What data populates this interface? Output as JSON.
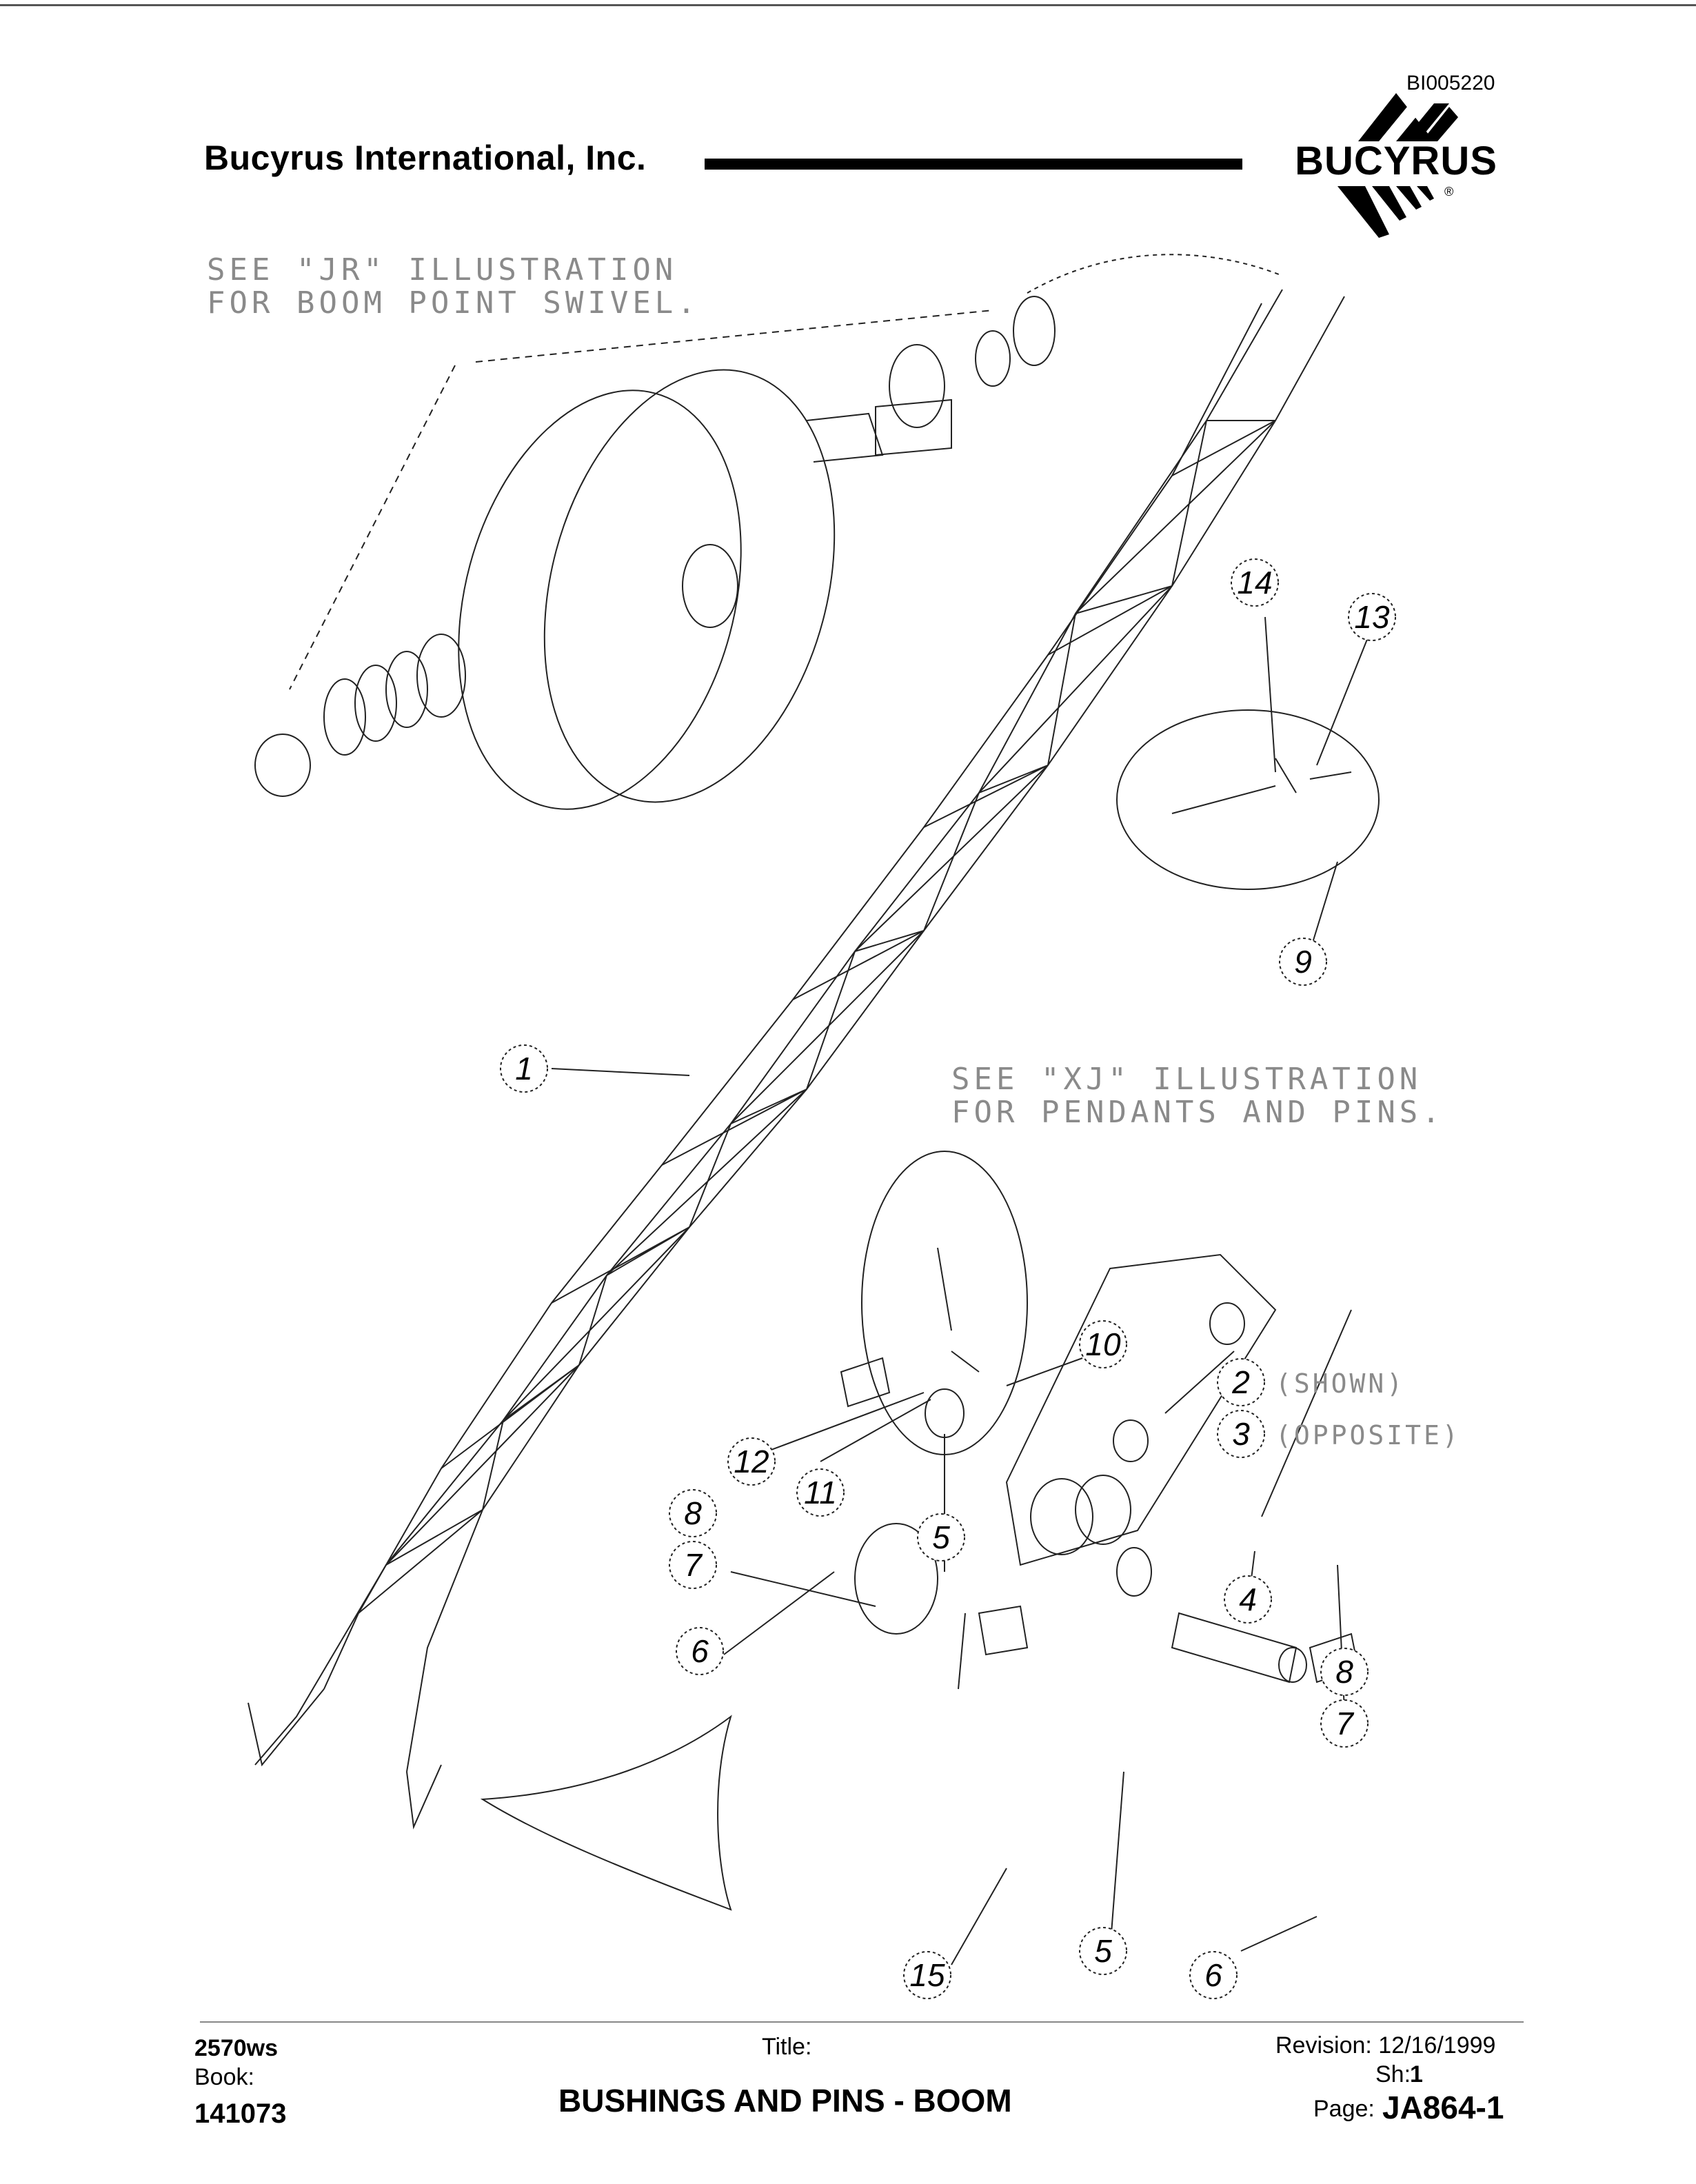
{
  "header": {
    "document_id": "BI005220",
    "company": "Bucyrus International, Inc.",
    "logo_text": "BUCYRUS",
    "logo_mark": "®"
  },
  "drawing": {
    "notes": [
      {
        "line1": "SEE \"JR\" ILLUSTRATION",
        "line2": "FOR BOOM POINT SWIVEL."
      },
      {
        "line1": "SEE \"XJ\" ILLUSTRATION",
        "line2": "FOR PENDANTS AND PINS."
      }
    ],
    "callouts": [
      "14",
      "13",
      "9",
      "1",
      "10",
      "2",
      "3",
      "12",
      "11",
      "8",
      "7",
      "5",
      "6",
      "4",
      "8",
      "7",
      "15",
      "5",
      "6"
    ],
    "callout_suffixes": {
      "shown": "(SHOWN)",
      "opposite": "(OPPOSITE)"
    }
  },
  "footer": {
    "model": "2570ws",
    "book_label": "Book:",
    "book_number": "141073",
    "title_label": "Title:",
    "title": "BUSHINGS AND PINS - BOOM",
    "revision": "Revision: 12/16/1999",
    "sheet_label": "Sh:",
    "sheet": "1",
    "page_label": "Page:",
    "page": "JA864-1"
  }
}
